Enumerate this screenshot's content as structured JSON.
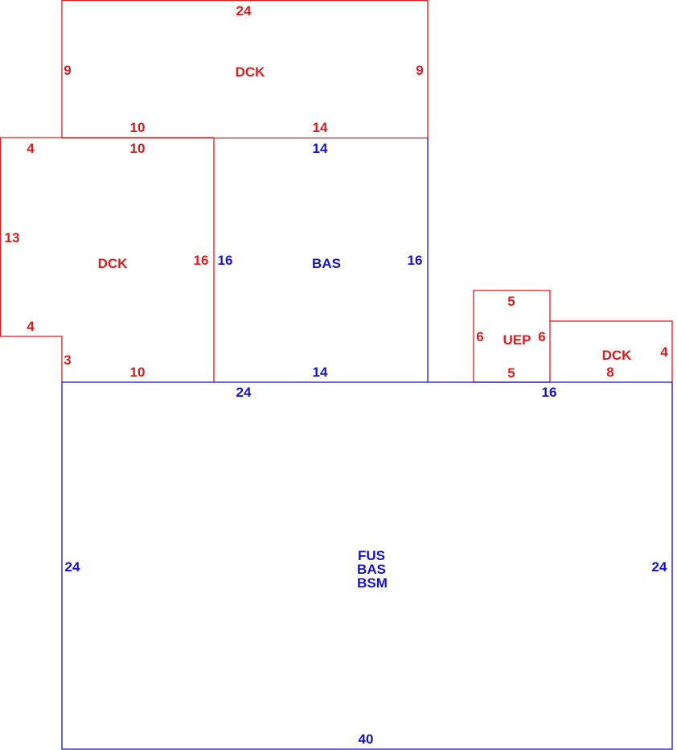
{
  "colors": {
    "red": "#dd1c1c",
    "blue": "#1414c8"
  },
  "areas": {
    "top_deck": "DCK",
    "left_deck": "DCK",
    "center_base": "BAS",
    "porch": "UEP",
    "right_deck": "DCK",
    "main_line1": "FUS",
    "main_line2": "BAS",
    "main_line3": "BSM"
  },
  "dimensions": {
    "top_deck_top": "24",
    "top_deck_left": "9",
    "top_deck_right": "9",
    "top_deck_bottom_left": "10",
    "top_deck_bottom_right": "14",
    "left_deck_top_step": "4",
    "left_deck_top": "10",
    "left_deck_left": "13",
    "left_deck_step": "4",
    "left_deck_step_side": "3",
    "left_deck_right": "16",
    "left_deck_bottom": "10",
    "center_base_top": "14",
    "center_base_left": "16",
    "center_base_right": "16",
    "center_base_bottom": "14",
    "porch_top": "5",
    "porch_left": "6",
    "porch_right": "6",
    "porch_bottom": "5",
    "right_deck_right": "4",
    "right_deck_bottom": "8",
    "main_top_left": "24",
    "main_top_right": "16",
    "main_left": "24",
    "main_right": "24",
    "main_bottom": "40"
  }
}
